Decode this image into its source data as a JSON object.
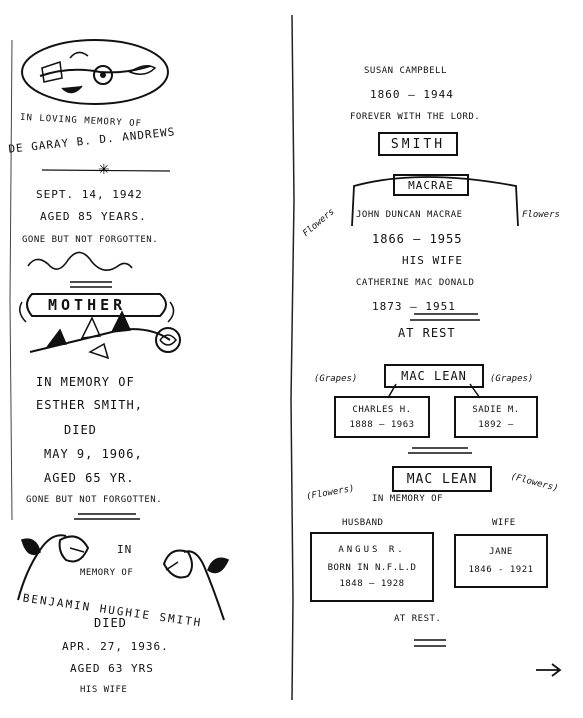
{
  "left": {
    "m1_intro": "IN LOVING MEMORY OF",
    "m1_name": "DE GARAY B. D. ANDREWS",
    "m1_date": "SEPT. 14, 1942",
    "m1_age": "AGED 85 YEARS.",
    "m1_epitaph": "GONE BUT NOT FORGOTTEN.",
    "mother_banner": "MOTHER",
    "m2_intro": "IN MEMORY OF",
    "m2_name": "ESTHER SMITH,",
    "m2_died": "DIED",
    "m2_date": "MAY 9, 1906,",
    "m2_age": "AGED 65 YR.",
    "m2_epitaph": "GONE BUT NOT FORGOTTEN.",
    "m3_in": "IN",
    "m3_memory": "MEMORY OF",
    "m3_name": "BENJAMIN HUGHIE SMITH",
    "m3_died": "DIED",
    "m3_date": "APR. 27, 1936.",
    "m3_age": "AGED 63 YRS",
    "m3_wife": "HIS WIFE"
  },
  "right": {
    "r1_name": "SUSAN CAMPBELL",
    "r1_dates": "1860 — 1944",
    "r1_epitaph": "FOREVER WITH THE LORD.",
    "r1_surname": "SMITH",
    "r2_surname": "MACRAE",
    "flowers": "Flowers",
    "r2_name": "JOHN DUNCAN MACRAE",
    "r2_dates": "1866 — 1955",
    "r2_wife": "HIS WIFE",
    "r2_wife_name": "CATHERINE MAC DONALD",
    "r2_wife_dates": "1873 — 1951",
    "r2_rest": "AT REST",
    "grapes": "(Grapes)",
    "r3_surname": "MAC LEAN",
    "r3_left_name": "CHARLES H.",
    "r3_left_dates": "1888 — 1963",
    "r3_right_name": "SADIE M.",
    "r3_right_dates": "1892 —",
    "flowers_paren": "(Flowers)",
    "r4_surname": "MAC LEAN",
    "r4_intro": "IN MEMORY OF",
    "r4_husband_label": "HUSBAND",
    "r4_wife_label": "WIFE",
    "r4_husband_name": "ANGUS R.",
    "r4_husband_born": "BORN IN N.F.L.D",
    "r4_husband_dates": "1848 — 1928",
    "r4_wife_name": "JANE",
    "r4_wife_dates": "1846 - 1921",
    "r4_rest": "AT REST."
  }
}
